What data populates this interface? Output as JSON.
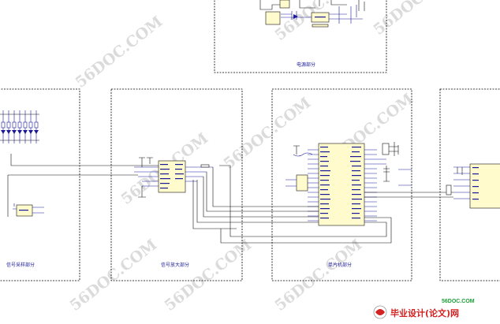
{
  "blocks": {
    "power": "电源部分",
    "sampling": "信号采样部分",
    "amplifier": "信号放大部分",
    "mcu": "单片机部分"
  },
  "watermark": {
    "text": "56DOC.COM"
  },
  "footer": {
    "site_url": "56DOC.COM",
    "site_name": "毕业设计(论文)网"
  },
  "colors": {
    "frame": "#000000",
    "wire": "#1a1a99",
    "component": "#111111",
    "ic_fill": "#fffbcc",
    "label": "#1a1a99",
    "watermark": "#cfcfcf",
    "brand_red": "#d22222",
    "brand_green": "#1e9e3a"
  }
}
